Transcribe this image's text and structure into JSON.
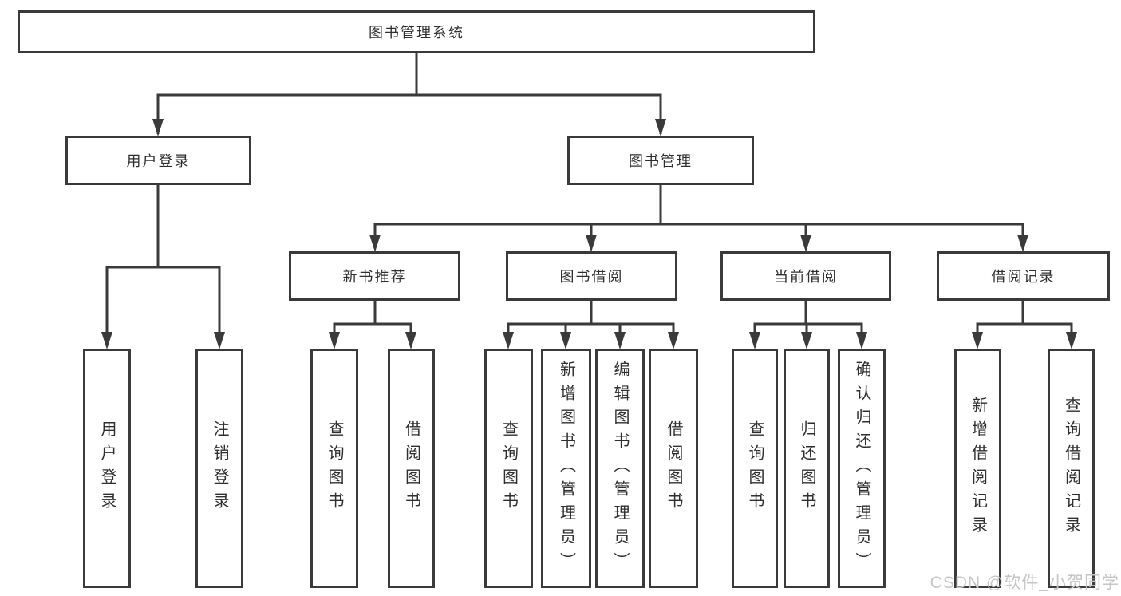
{
  "diagram": {
    "type": "hierarchy-tree",
    "root": {
      "label": "图书管理系统"
    },
    "branches": [
      {
        "label": "用户登录",
        "children": [
          {
            "label": "用户登录"
          },
          {
            "label": "注销登录"
          }
        ]
      },
      {
        "label": "图书管理",
        "children": [
          {
            "label": "新书推荐",
            "children": [
              {
                "label": "查询图书"
              },
              {
                "label": "借阅图书"
              }
            ]
          },
          {
            "label": "图书借阅",
            "children": [
              {
                "label": "查询图书"
              },
              {
                "label": "新增图书（管理员）"
              },
              {
                "label": "编辑图书（管理员）"
              },
              {
                "label": "借阅图书"
              }
            ]
          },
          {
            "label": "当前借阅",
            "children": [
              {
                "label": "查询图书"
              },
              {
                "label": "归还图书"
              },
              {
                "label": "确认归还（管理员）"
              }
            ]
          },
          {
            "label": "借阅记录",
            "children": [
              {
                "label": "新增借阅记录"
              },
              {
                "label": "查询借阅记录"
              }
            ]
          }
        ]
      }
    ]
  },
  "watermark": {
    "text": "CSDN @软件_小贺同学"
  },
  "colors": {
    "line": "#3a3a3a",
    "box_border": "#3a3a3a",
    "text": "#2f2f2f",
    "background": "#ffffff",
    "watermark": "#c7c5c5"
  }
}
